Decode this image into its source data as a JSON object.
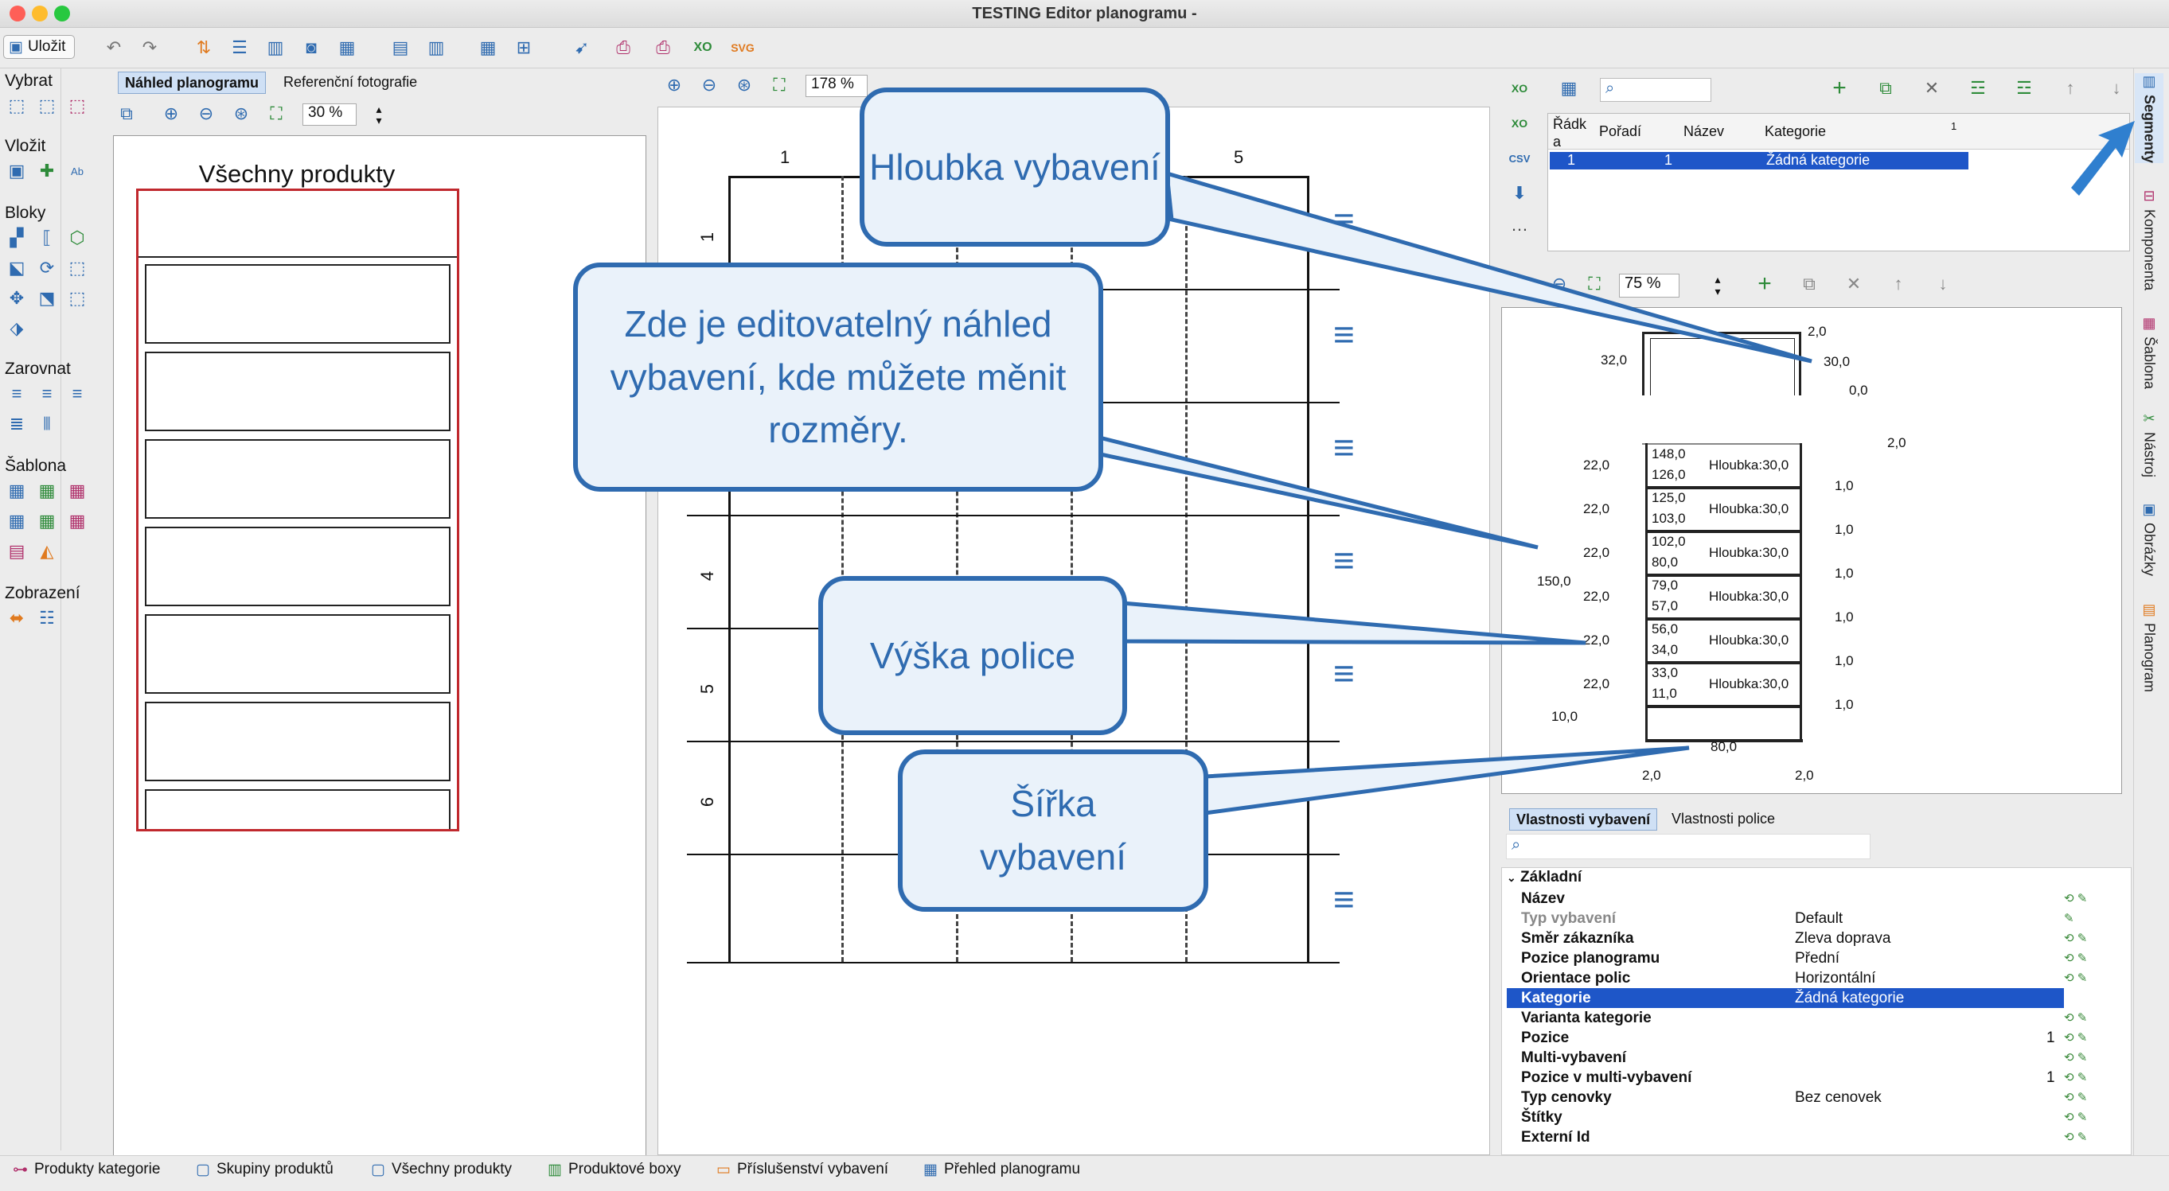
{
  "window": {
    "title": "TESTING Editor planogramu -"
  },
  "toolbar": {
    "save_label": "Uložit"
  },
  "left_groups": {
    "select": "Vybrat",
    "insert": "Vložit",
    "blocks": "Bloky",
    "align": "Zarovnat",
    "template": "Šablona",
    "view": "Zobrazení"
  },
  "preview": {
    "tabs": [
      "Náhled planogramu",
      "Referenční fotografie"
    ],
    "zoom": "30 %",
    "title": "Všechny produkty"
  },
  "center": {
    "zoom": "178 %",
    "col_labels": [
      "1",
      "5"
    ],
    "row_labels": [
      "1",
      "4",
      "5",
      "6"
    ]
  },
  "segments": {
    "headers": [
      "Řádk a",
      "Pořadí",
      "Název",
      "Kategorie"
    ],
    "header_extra": "1",
    "row": {
      "index": "1",
      "order": "1",
      "name": "",
      "category": "Žádná kategorie"
    }
  },
  "equipment": {
    "zoom": "75 %",
    "top_dims": {
      "a": "2,0",
      "depth": "30,0",
      "left": "32,0",
      "zero": "0,0",
      "b": "2,0"
    },
    "total_height": "150,0",
    "bottom_left": "10,0",
    "width": "80,0",
    "bottom_dims": [
      "2,0",
      "2,0"
    ],
    "shelves": [
      {
        "gap": "22,0",
        "top": "148,0",
        "bottom": "126,0",
        "depth": "Hloubka:30,0",
        "thick": "1,0"
      },
      {
        "gap": "22,0",
        "top": "125,0",
        "bottom": "103,0",
        "depth": "Hloubka:30,0",
        "thick": "1,0"
      },
      {
        "gap": "22,0",
        "top": "102,0",
        "bottom": "80,0",
        "depth": "Hloubka:30,0",
        "thick": "1,0"
      },
      {
        "gap": "22,0",
        "top": "79,0",
        "bottom": "57,0",
        "depth": "Hloubka:30,0",
        "thick": "1,0"
      },
      {
        "gap": "22,0",
        "top": "56,0",
        "bottom": "34,0",
        "depth": "Hloubka:30,0",
        "thick": "1,0"
      },
      {
        "gap": "22,0",
        "top": "33,0",
        "bottom": "11,0",
        "depth": "Hloubka:30,0",
        "thick": "1,0"
      }
    ]
  },
  "props": {
    "tabs": [
      "Vlastnosti vybavení",
      "Vlastnosti police"
    ],
    "section": "Základní",
    "rows": [
      {
        "k": "Název",
        "v": "",
        "n": ""
      },
      {
        "k": "Typ vybavení",
        "v": "Default",
        "n": ""
      },
      {
        "k": "Směr zákazníka",
        "v": "Zleva doprava",
        "n": ""
      },
      {
        "k": "Pozice planogramu",
        "v": "Přední",
        "n": ""
      },
      {
        "k": "Orientace polic",
        "v": "Horizontální",
        "n": ""
      },
      {
        "k": "Kategorie",
        "v": "Žádná kategorie",
        "n": ""
      },
      {
        "k": "Varianta kategorie",
        "v": "",
        "n": ""
      },
      {
        "k": "Pozice",
        "v": "",
        "n": "1"
      },
      {
        "k": "Multi-vybavení",
        "v": "",
        "n": ""
      },
      {
        "k": "Pozice v multi-vybavení",
        "v": "",
        "n": "1"
      },
      {
        "k": "Typ cenovky",
        "v": "Bez cenovek",
        "n": ""
      },
      {
        "k": "Štítky",
        "v": "",
        "n": ""
      },
      {
        "k": "Externí Id",
        "v": "",
        "n": ""
      }
    ]
  },
  "side_tabs": [
    "Segmenty",
    "Komponenta",
    "Šablona",
    "Nástroj",
    "Obrázky",
    "Planogram"
  ],
  "bottom_tabs": [
    "Produkty kategorie",
    "Skupiny produktů",
    "Všechny produkty",
    "Produktové boxy",
    "Příslušenství vybavení",
    "Přehled planogramu"
  ],
  "callouts": {
    "depth": "Hloubka vybavení",
    "preview": "Zde je editovatelný náhled vybavení, kde můžete měnit rozměry.",
    "shelf_height": "Výška police",
    "width": "Šířka vybavení"
  }
}
